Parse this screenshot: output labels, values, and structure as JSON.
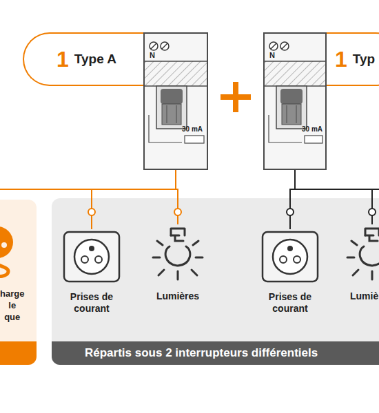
{
  "diagram": {
    "nodes": [
      {
        "text": [
          "1",
          "Type A"
        ]
      },
      {
        "text": [
          "N",
          "30 mA"
        ]
      },
      {
        "text": [
          "1",
          "Typ"
        ]
      },
      {
        "text": [
          "N",
          "30 mA"
        ]
      },
      {
        "text": [
          "harge le que"
        ]
      },
      {
        "text": [
          "Répartis sous 2 interrupteurs différentiels"
        ]
      },
      {
        "text": [
          "Prises de courant"
        ],
        "in": 5
      },
      {
        "text": [
          "Lumières"
        ],
        "in": 5
      },
      {
        "text": [
          "Prises de courant"
        ],
        "in": 5
      },
      {
        "text": [
          "Lumiè"
        ],
        "in": 5
      }
    ],
    "edges": [
      {
        "from": 0,
        "to": 1,
        "arrow": "none"
      },
      {
        "from": 2,
        "to": 3,
        "arrow": "none"
      },
      {
        "from": 1,
        "to": 6,
        "arrow": "none"
      },
      {
        "from": 1,
        "to": 7,
        "arrow": "none"
      },
      {
        "from": 3,
        "to": 8,
        "arrow": "none"
      },
      {
        "from": 3,
        "to": 9,
        "arrow": "none"
      }
    ]
  }
}
